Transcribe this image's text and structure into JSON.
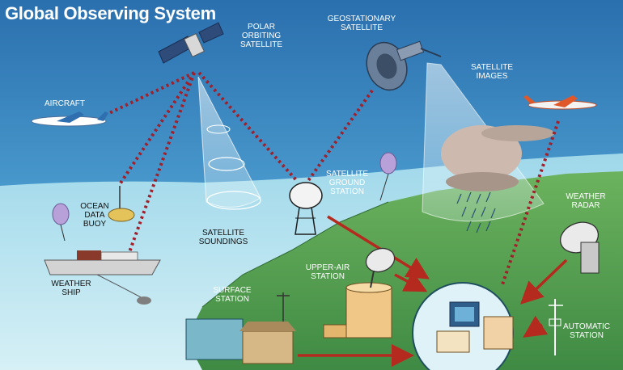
{
  "title": "Global Observing System",
  "labels": {
    "polar_satellite": "POLAR\nORBITING\nSATELLITE",
    "geostationary_satellite": "GEOSTATIONARY\nSATELLITE",
    "satellite_images": "SATELLITE\nIMAGES",
    "aircraft": "AIRCRAFT",
    "ocean_data_buoy": "OCEAN\nDATA\nBUOY",
    "satellite_ground_station": "SATELLITE\nGROUND\nSTATION",
    "weather_radar": "WEATHER\nRADAR",
    "satellite_soundings": "SATELLITE\nSOUNDINGS",
    "weather_ship": "WEATHER\nSHIP",
    "upper_air_station": "UPPER-AIR\nSTATION",
    "surface_station": "SURFACE\nSTATION",
    "automatic_station": "AUTOMATIC\nSTATION"
  },
  "colors": {
    "sky": "#3f8ec6",
    "ocean": "#a9dcec",
    "land": "#5aa257",
    "link_dotted": "#a01f2a",
    "arrow": "#b52a1e"
  }
}
